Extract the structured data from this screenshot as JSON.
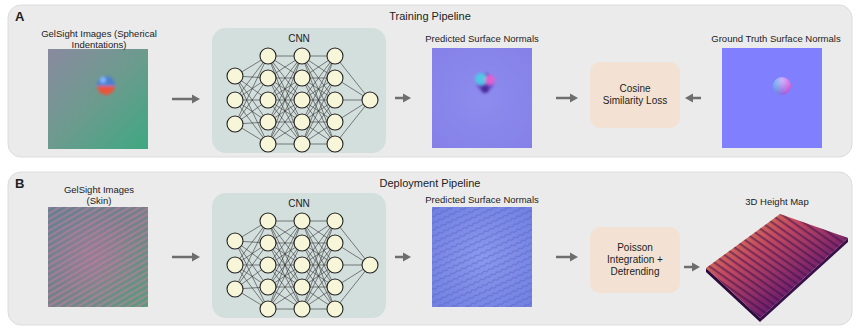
{
  "diagram": {
    "nodes": [
      {
        "text": [
          "A",
          "Training Pipeline"
        ]
      },
      {
        "text": [
          "GelSight Images (Spherical Indentations)"
        ],
        "in": 0
      },
      {
        "text": [
          "CNN"
        ],
        "in": 0
      },
      {
        "text": [
          "Predicted Surface Normals"
        ],
        "in": 0
      },
      {
        "text": [
          "Cosine Similarity Loss"
        ],
        "in": 0
      },
      {
        "text": [
          "Ground Truth Surface Normals"
        ],
        "in": 0
      },
      {
        "text": [
          "B",
          "Deployment Pipeline"
        ]
      },
      {
        "text": [
          "GelSight Images (Skin)"
        ],
        "in": 6
      },
      {
        "text": [
          "CNN"
        ],
        "in": 6
      },
      {
        "text": [
          "Predicted Surface Normals"
        ],
        "in": 6
      },
      {
        "text": [
          "Poisson Integration + Detrending"
        ],
        "in": 6
      },
      {
        "text": [
          "3D Height Map"
        ],
        "in": 6
      }
    ],
    "edges": [
      {
        "from": 1,
        "to": 2,
        "arrow": "to"
      },
      {
        "from": 2,
        "to": 3,
        "arrow": "to"
      },
      {
        "from": 3,
        "to": 4,
        "arrow": "to"
      },
      {
        "from": 5,
        "to": 4,
        "arrow": "to"
      },
      {
        "from": 7,
        "to": 8,
        "arrow": "to"
      },
      {
        "from": 8,
        "to": 9,
        "arrow": "to"
      },
      {
        "from": 9,
        "to": 10,
        "arrow": "to"
      },
      {
        "from": 10,
        "to": 11,
        "arrow": "to"
      }
    ]
  }
}
